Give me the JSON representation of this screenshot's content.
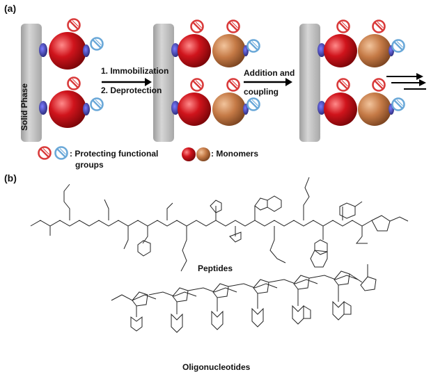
{
  "panel_a": {
    "label": "(a)",
    "solid_phase": "Solid Phase",
    "step1_line1": "1. Immobilization",
    "step1_line2": "2. Deprotection",
    "step2_line1": "Addition and",
    "step2_line2": "coupling",
    "legend_protecting": ": Protecting functional",
    "legend_protecting_2": "groups",
    "legend_monomers": ": Monomers"
  },
  "panel_b": {
    "label": "(b)",
    "peptides": "Peptides",
    "oligonucleotides": "Oligonucleotides"
  },
  "colors": {
    "solid_phase": "#c8c8c8",
    "linker": "#3a3aa8",
    "monomer_red": "#d0141c",
    "monomer_brown": "#c57a46",
    "protect_red": "#d93a3a",
    "protect_blue": "#6aa8d8"
  },
  "icons": [
    "no-entry-icon"
  ]
}
